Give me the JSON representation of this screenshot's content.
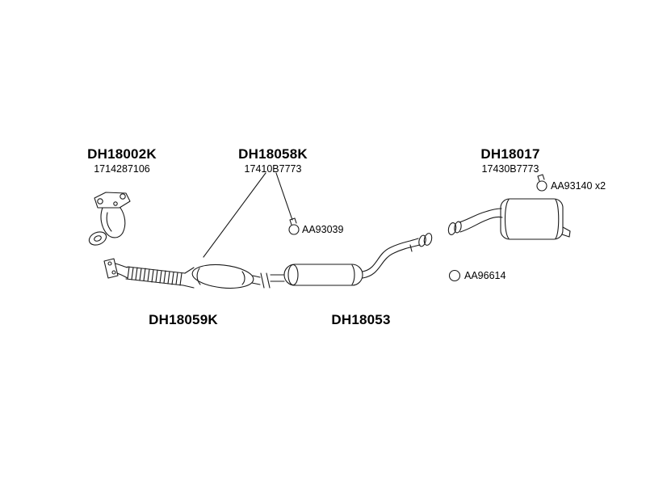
{
  "page": {
    "background": "#ffffff",
    "line_color": "#1a1a1a",
    "text_color": "#000000"
  },
  "parts": [
    {
      "name": "DH18002K",
      "oem": "1714287106"
    },
    {
      "name": "DH18058K",
      "oem": "17410B7773"
    },
    {
      "name": "DH18017",
      "oem": "17430B7773"
    },
    {
      "name": "DH18059K"
    },
    {
      "name": "DH18053"
    }
  ],
  "fittings": [
    {
      "code": "AA93140 x2"
    },
    {
      "code": "AA93039"
    },
    {
      "code": "AA96614"
    }
  ],
  "icons": {
    "aa93140": "hose-clamp-icon",
    "aa93039": "hose-clamp-icon",
    "aa96614": "gasket-ring-icon"
  }
}
